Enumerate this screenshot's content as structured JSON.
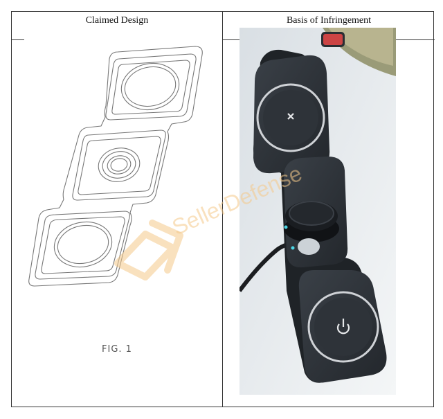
{
  "table": {
    "col1_header": "Claimed Design",
    "col2_header": "Basis of Infringement"
  },
  "figure": {
    "caption": "FIG. 1"
  },
  "watermark": {
    "text": "SellerDefense",
    "color": "#f5c98a"
  },
  "colors": {
    "pad": "#2b3036",
    "ring": "#c9ccd0",
    "background": "#e9edf0"
  }
}
